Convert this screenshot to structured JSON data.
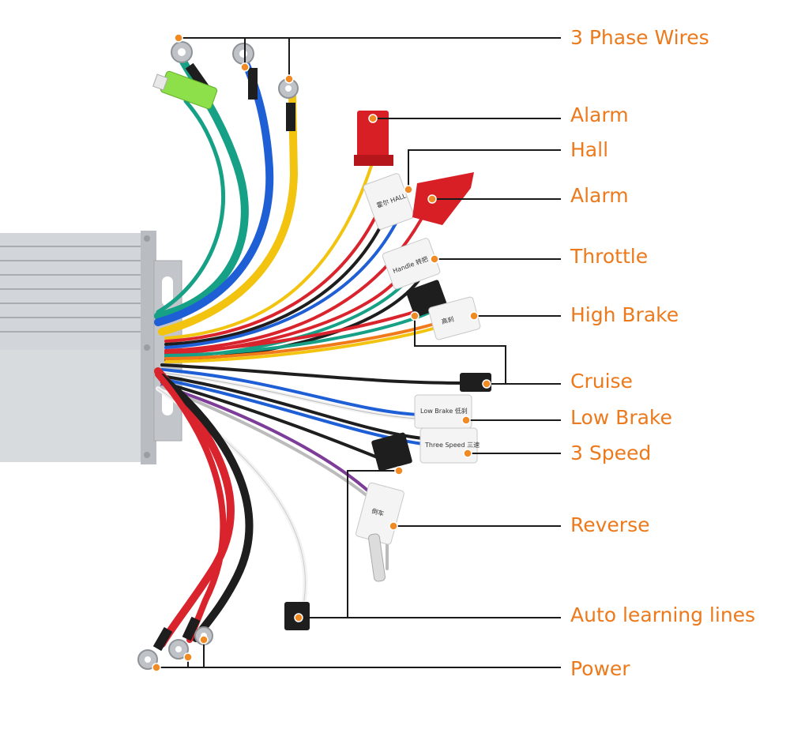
{
  "labels": [
    {
      "text": "3 Phase Wires"
    },
    {
      "text": "Alarm"
    },
    {
      "text": "Hall"
    },
    {
      "text": "Alarm"
    },
    {
      "text": "Throttle"
    },
    {
      "text": "High Brake"
    },
    {
      "text": "Cruise"
    },
    {
      "text": "Low Brake"
    },
    {
      "text": "3 Speed"
    },
    {
      "text": "Reverse"
    },
    {
      "text": "Auto learning lines"
    },
    {
      "text": "Power"
    }
  ],
  "connector_text": {
    "hall": "霍尔 HALL",
    "handle": "Handle 转把",
    "high_brake": "高刹",
    "low_brake": "Low Brake 低刹",
    "three_speed": "Three Speed 三速",
    "reverse": "倒车"
  },
  "colors": {
    "label_orange": "#ec7a1c",
    "leader_line": "#1a1a1a",
    "dot_orange": "#f08a24",
    "housing_silver": "#c9ccd0",
    "wire_yellow": "#f2c40f",
    "wire_blue": "#1f5fd6",
    "wire_green": "#16a085",
    "wire_red": "#d9232d",
    "wire_black": "#1e1e1e",
    "wire_white": "#f2f2f2",
    "wire_purple": "#7d3c98",
    "wire_orange": "#f07a1a",
    "plug_red": "#d81f26",
    "plug_green": "#8de04a",
    "plug_white": "#f4f4f4"
  }
}
